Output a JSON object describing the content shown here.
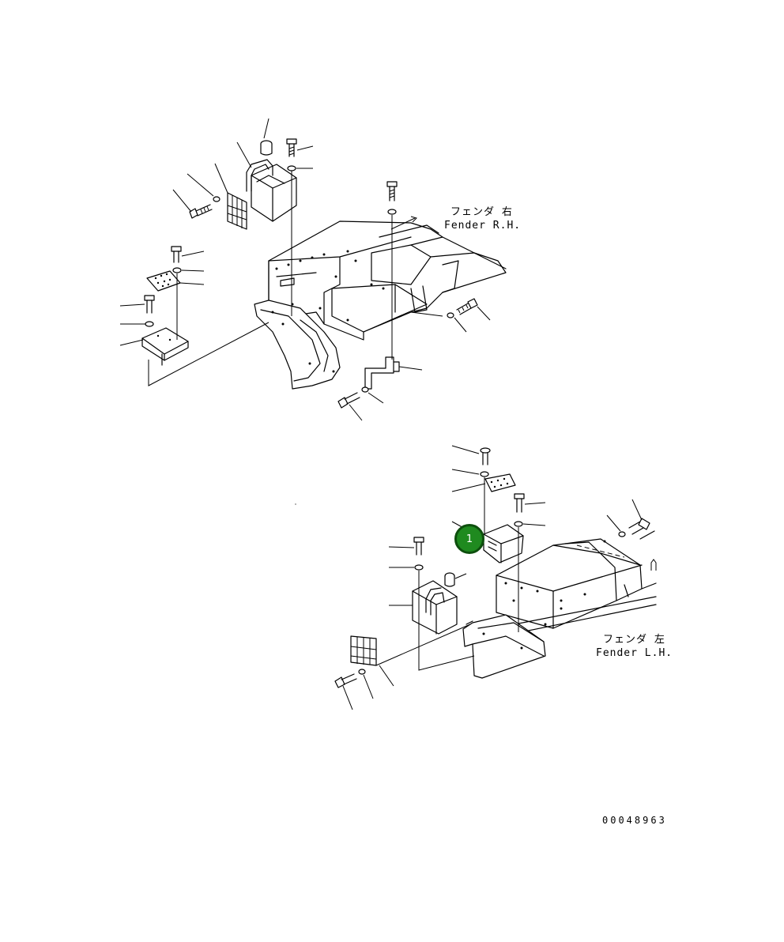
{
  "labels": {
    "fender_rh_jp": "フェンダ 右",
    "fender_rh_en": "Fender R.H.",
    "fender_lh_jp": "フェンダ 左",
    "fender_lh_en": "Fender L.H."
  },
  "callout": {
    "number": "1",
    "color": "#1f8a1f"
  },
  "drawing_number": "00048963"
}
